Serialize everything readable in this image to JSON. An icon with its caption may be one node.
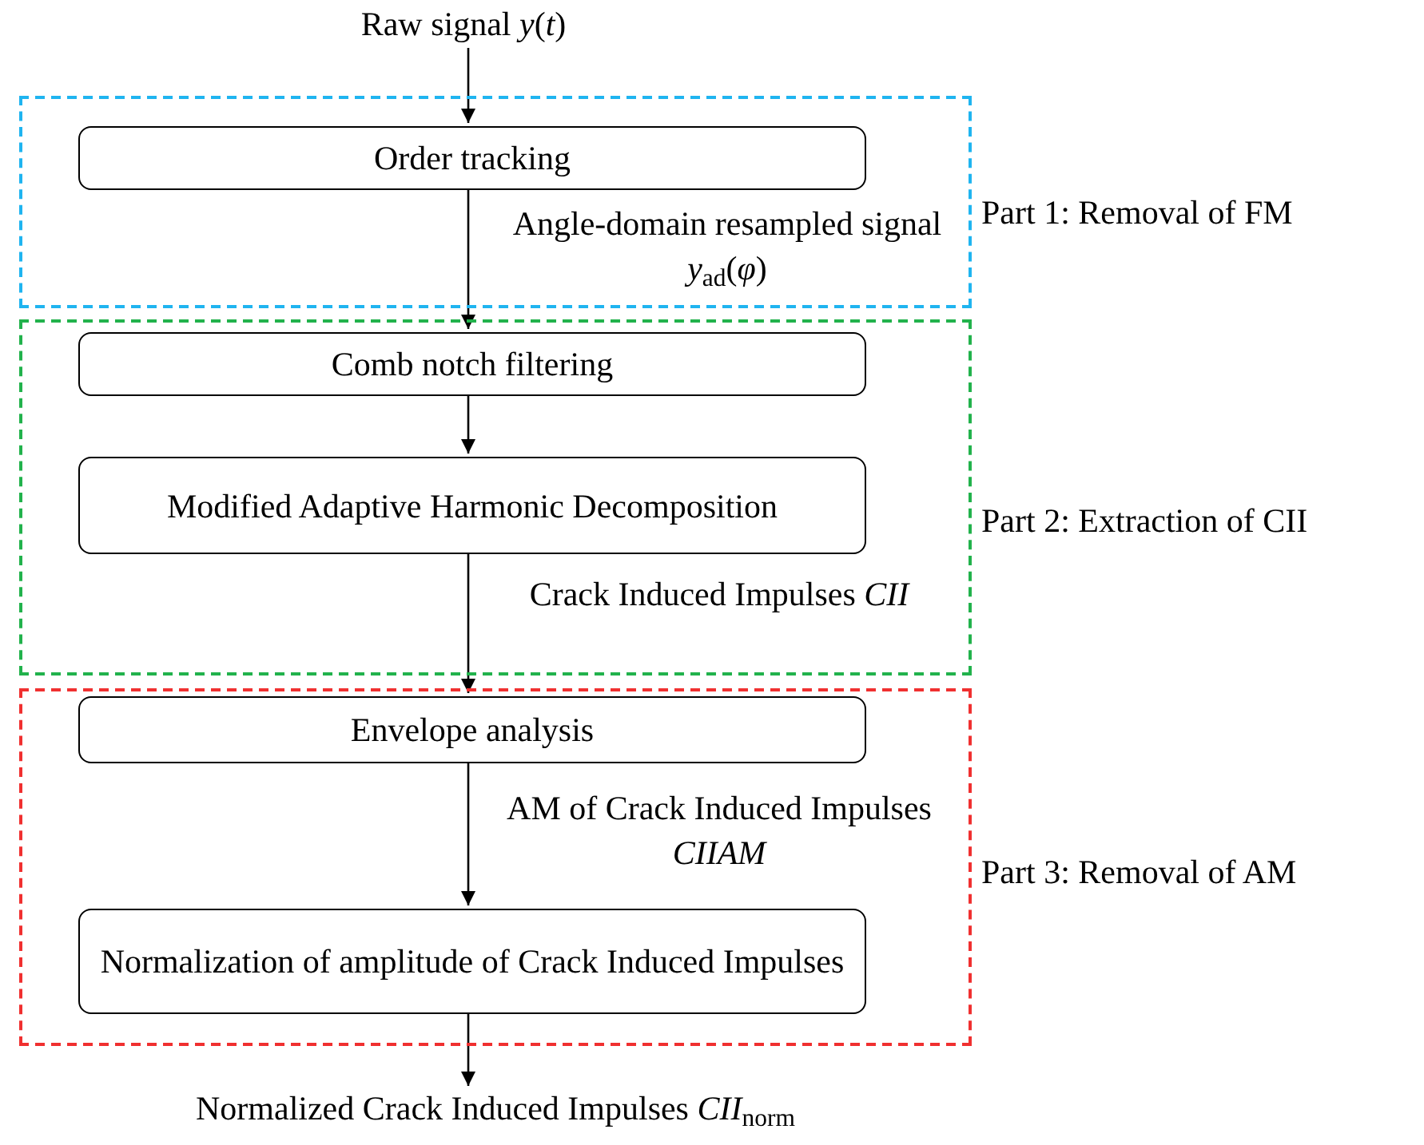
{
  "diagram": {
    "nodes": [
      {
        "text": [
          "Raw signal *y*(*t*)"
        ]
      },
      {
        "text": [
          "Part 1: Removal of FM"
        ]
      },
      {
        "text": [
          "Order tracking"
        ],
        "in": 1
      },
      {
        "text": [
          "Part 2: Extraction of CII"
        ]
      },
      {
        "text": [
          "Comb notch filtering"
        ],
        "in": 3
      },
      {
        "text": [
          "Modified Adaptive Harmonic Decomposition"
        ],
        "in": 3
      },
      {
        "text": [
          "Part 3: Removal of AM"
        ]
      },
      {
        "text": [
          "Envelope analysis"
        ],
        "in": 6
      },
      {
        "text": [
          "Normalization of amplitude of Crack Induced Impulses"
        ],
        "in": 6
      },
      {
        "text": [
          "Normalized Crack Induced Impulses *CII*$_{norm}$"
        ]
      }
    ],
    "edges": [
      {
        "from": 0,
        "to": 2,
        "arrow": "to"
      },
      {
        "from": 2,
        "to": 4,
        "arrow": "to",
        "label": "Angle-domain resampled signal *y*$_{ad}$(*φ*)"
      },
      {
        "from": 4,
        "to": 5,
        "arrow": "to"
      },
      {
        "from": 5,
        "to": 7,
        "arrow": "to",
        "label": "Crack Induced Impulses *CII*"
      },
      {
        "from": 7,
        "to": 8,
        "arrow": "to",
        "label": "AM of Crack Induced Impulses *CIIAM*"
      },
      {
        "from": 8,
        "to": 9,
        "arrow": "to"
      }
    ]
  }
}
